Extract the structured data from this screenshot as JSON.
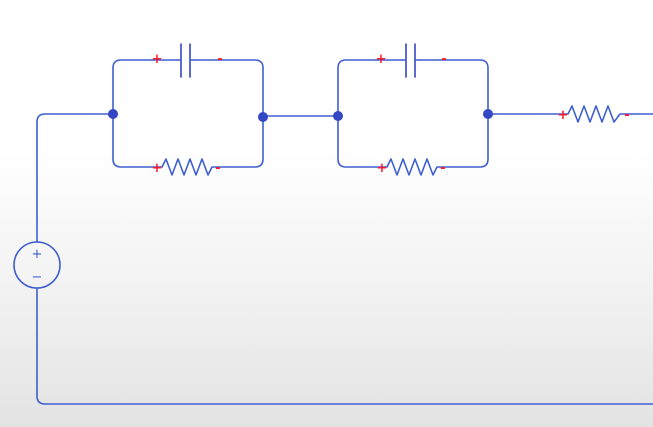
{
  "colors": {
    "wire": "#3f5fcf",
    "node": "#3346c4",
    "polarity": "#ff1a2a",
    "background": "#ffffff"
  },
  "components": [
    {
      "type": "voltage-source",
      "name": "voltage-source-icon",
      "plus": "+",
      "minus": "−"
    },
    {
      "type": "capacitor",
      "name": "capacitor-1-icon",
      "plus": "+",
      "minus": "-"
    },
    {
      "type": "resistor",
      "name": "resistor-1-icon",
      "plus": "+",
      "minus": "-"
    },
    {
      "type": "capacitor",
      "name": "capacitor-2-icon",
      "plus": "+",
      "minus": "-"
    },
    {
      "type": "resistor",
      "name": "resistor-2-icon",
      "plus": "+",
      "minus": "-"
    },
    {
      "type": "resistor",
      "name": "resistor-3-icon",
      "plus": "+",
      "minus": "-"
    }
  ]
}
